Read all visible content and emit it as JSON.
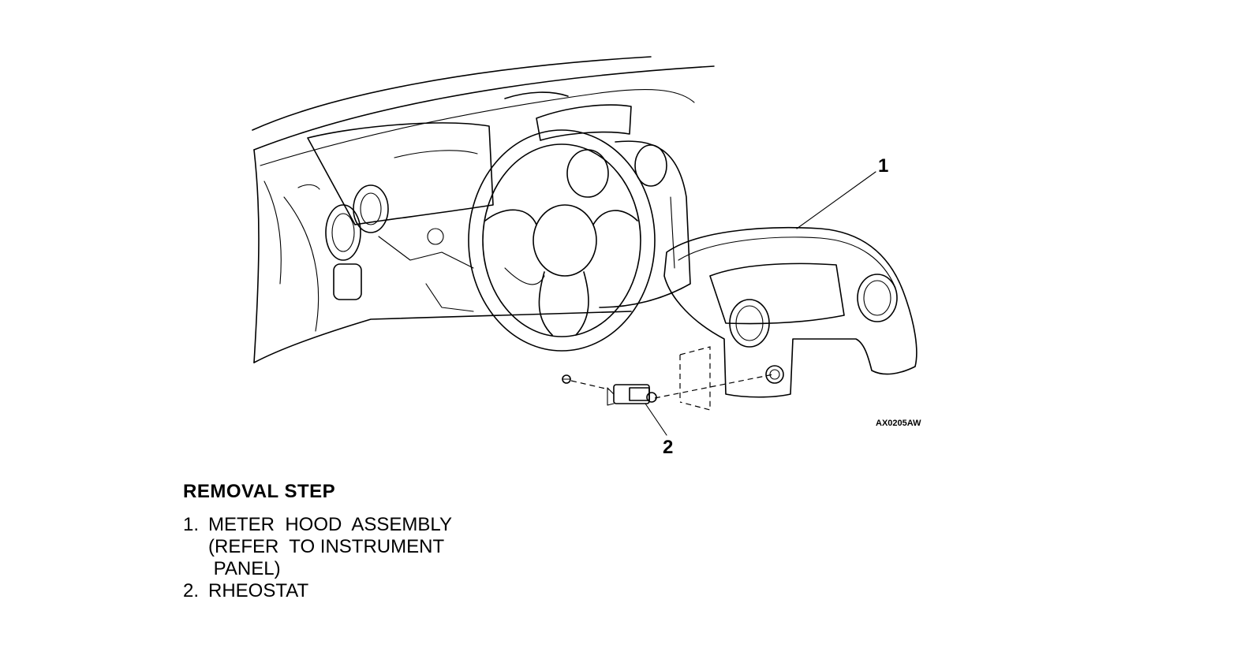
{
  "diagram": {
    "callouts": [
      {
        "label": "1"
      },
      {
        "label": "2"
      }
    ],
    "figure_code": "AX0205AW"
  },
  "removal": {
    "title": "REMOVAL STEP",
    "steps": [
      {
        "number": "1.",
        "text": "METER  HOOD  ASSEMBLY\n(REFER  TO INSTRUMENT\n PANEL)"
      },
      {
        "number": "2.",
        "text": "RHEOSTAT"
      }
    ]
  }
}
